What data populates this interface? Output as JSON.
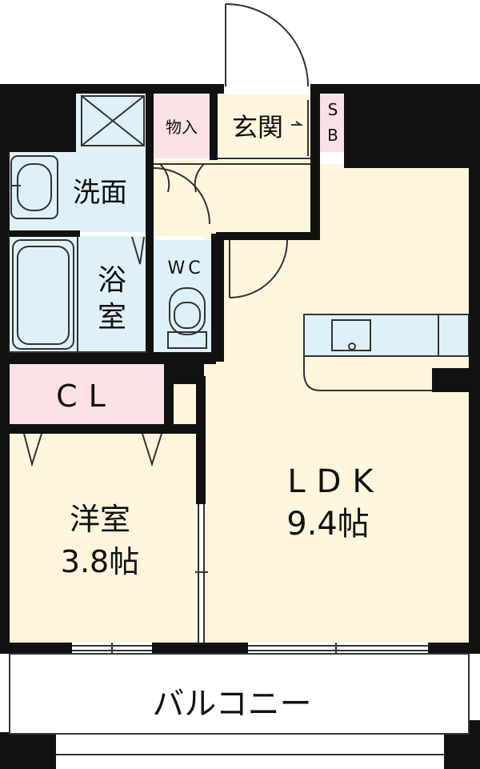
{
  "rooms": {
    "entrance": "玄関",
    "storage": "物入",
    "shoe_box": "SB",
    "washroom": "洗面",
    "bath": "浴室",
    "toilet": "WC",
    "closet": "CL",
    "western_room": "洋室",
    "western_room_size": "3.8帖",
    "ldk": "LDK",
    "ldk_size": "9.4帖",
    "balcony": "バルコニー"
  },
  "colors": {
    "room_fill": "#fdf5dc",
    "wet_area_fill": "#dff1f8",
    "storage_fill": "#fbe0e6",
    "wall": "#111111",
    "balcony_fill": "#ffffff"
  }
}
